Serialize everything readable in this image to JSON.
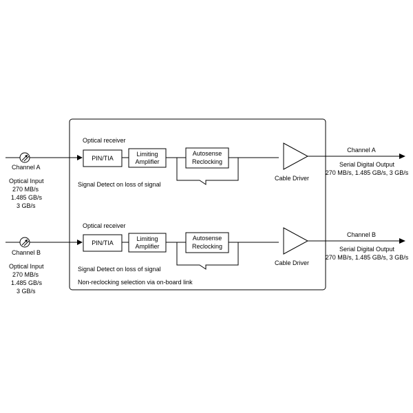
{
  "channel_a": {
    "input_name": "Channel A",
    "input_desc": [
      "Optical Input",
      "270 MB/s",
      "1.485 GB/s",
      "3 GB/s"
    ],
    "receiver_label": "Optical receiver",
    "pin_tia": "PIN/TIA",
    "limiting": [
      "Limiting",
      "Amplifier"
    ],
    "autosense": [
      "Autosense",
      "Reclocking"
    ],
    "signal_detect": "Signal Detect on loss of signal",
    "cable_driver": "Cable Driver",
    "output_name": "Channel A",
    "output_desc": [
      "Serial Digital Output",
      "270 MB/s, 1.485 GB/s, 3 GB/s"
    ]
  },
  "channel_b": {
    "input_name": "Channel B",
    "input_desc": [
      "Optical Input",
      "270 MB/s",
      "1.485 GB/s",
      "3 GB/s"
    ],
    "receiver_label": "Optical receiver",
    "pin_tia": "PIN/TIA",
    "limiting": [
      "Limiting",
      "Amplifier"
    ],
    "autosense": [
      "Autosense",
      "Reclocking"
    ],
    "signal_detect": "Signal Detect on loss of signal",
    "cable_driver": "Cable Driver",
    "output_name": "Channel B",
    "output_desc": [
      "Serial Digital Output",
      "270 MB/s, 1.485 GB/s, 3 GB/s"
    ]
  },
  "footer_note": "Non-reclocking selection via on-board link"
}
